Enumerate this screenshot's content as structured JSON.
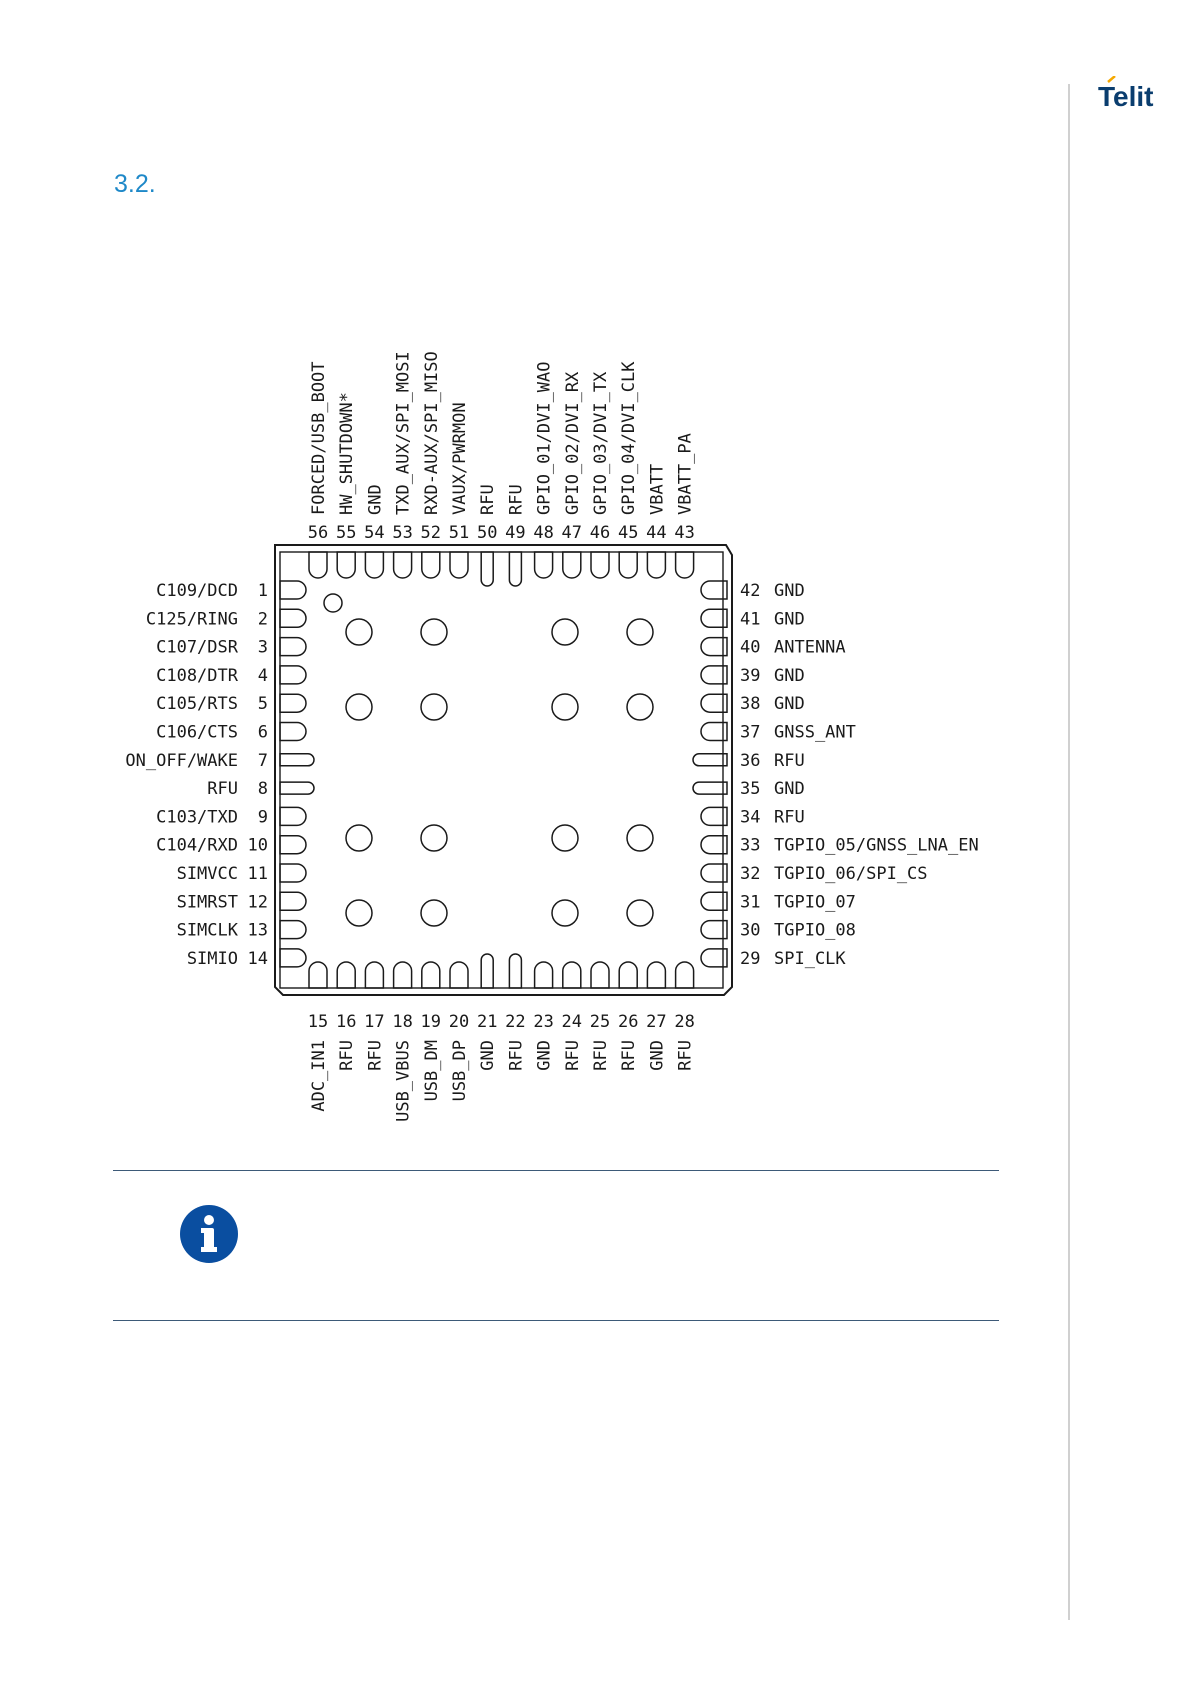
{
  "header": {
    "logo_text": "Telit",
    "brand_color": "#0a3d6e",
    "accent_color": "#1e88c8"
  },
  "section": {
    "number": "3.2."
  },
  "diagram": {
    "top_pins": [
      {
        "num": "56",
        "label": "FORCED/USB_BOOT"
      },
      {
        "num": "55",
        "label": "HW_SHUTDOWN*"
      },
      {
        "num": "54",
        "label": "GND"
      },
      {
        "num": "53",
        "label": "TXD_AUX/SPI_MOSI"
      },
      {
        "num": "52",
        "label": "RXD-AUX/SPI_MISO"
      },
      {
        "num": "51",
        "label": "VAUX/PWRMON"
      },
      {
        "num": "50",
        "label": "RFU"
      },
      {
        "num": "49",
        "label": "RFU"
      },
      {
        "num": "48",
        "label": "GPIO_01/DVI_WAO"
      },
      {
        "num": "47",
        "label": "GPIO_02/DVI_RX"
      },
      {
        "num": "46",
        "label": "GPIO_03/DVI_TX"
      },
      {
        "num": "45",
        "label": "GPIO_04/DVI_CLK"
      },
      {
        "num": "44",
        "label": "VBATT"
      },
      {
        "num": "43",
        "label": "VBATT_PA"
      }
    ],
    "left_pins": [
      {
        "num": "1",
        "label": "C109/DCD"
      },
      {
        "num": "2",
        "label": "C125/RING"
      },
      {
        "num": "3",
        "label": "C107/DSR"
      },
      {
        "num": "4",
        "label": "C108/DTR"
      },
      {
        "num": "5",
        "label": "C105/RTS"
      },
      {
        "num": "6",
        "label": "C106/CTS"
      },
      {
        "num": "7",
        "label": "ON_OFF/WAKE"
      },
      {
        "num": "8",
        "label": "RFU"
      },
      {
        "num": "9",
        "label": "C103/TXD"
      },
      {
        "num": "10",
        "label": "C104/RXD"
      },
      {
        "num": "11",
        "label": "SIMVCC"
      },
      {
        "num": "12",
        "label": "SIMRST"
      },
      {
        "num": "13",
        "label": "SIMCLK"
      },
      {
        "num": "14",
        "label": "SIMIO"
      }
    ],
    "right_pins": [
      {
        "num": "42",
        "label": "GND"
      },
      {
        "num": "41",
        "label": "GND"
      },
      {
        "num": "40",
        "label": "ANTENNA"
      },
      {
        "num": "39",
        "label": "GND"
      },
      {
        "num": "38",
        "label": "GND"
      },
      {
        "num": "37",
        "label": "GNSS_ANT"
      },
      {
        "num": "36",
        "label": "RFU"
      },
      {
        "num": "35",
        "label": "GND"
      },
      {
        "num": "34",
        "label": "RFU"
      },
      {
        "num": "33",
        "label": "TGPIO_05/GNSS_LNA_EN"
      },
      {
        "num": "32",
        "label": "TGPIO_06/SPI_CS"
      },
      {
        "num": "31",
        "label": "TGPIO_07"
      },
      {
        "num": "30",
        "label": "TGPIO_08"
      },
      {
        "num": "29",
        "label": "SPI_CLK"
      }
    ],
    "bottom_pins": [
      {
        "num": "15",
        "label": "ADC_IN1"
      },
      {
        "num": "16",
        "label": "RFU"
      },
      {
        "num": "17",
        "label": "RFU"
      },
      {
        "num": "18",
        "label": "USB_VBUS"
      },
      {
        "num": "19",
        "label": "USB_DM"
      },
      {
        "num": "20",
        "label": "USB_DP"
      },
      {
        "num": "21",
        "label": "GND"
      },
      {
        "num": "22",
        "label": "RFU"
      },
      {
        "num": "23",
        "label": "GND"
      },
      {
        "num": "24",
        "label": "RFU"
      },
      {
        "num": "25",
        "label": "RFU"
      },
      {
        "num": "26",
        "label": "RFU"
      },
      {
        "num": "27",
        "label": "GND"
      },
      {
        "num": "28",
        "label": "RFU"
      }
    ]
  },
  "note": {
    "icon": "info-icon",
    "icon_color": "#0a4ea0"
  }
}
